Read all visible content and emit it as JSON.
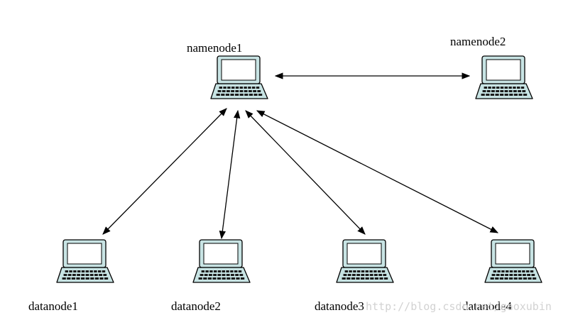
{
  "nodes": [
    {
      "id": "namenode1",
      "label": "namenode1",
      "icon": "laptop-icon"
    },
    {
      "id": "namenode2",
      "label": "namenode2",
      "icon": "laptop-icon"
    },
    {
      "id": "datanode1",
      "label": "datanode1",
      "icon": "laptop-icon"
    },
    {
      "id": "datanode2",
      "label": "datanode2",
      "icon": "laptop-icon"
    },
    {
      "id": "datanode3",
      "label": "datanode3",
      "icon": "laptop-icon"
    },
    {
      "id": "datanode4",
      "label": "datanode4",
      "icon": "laptop-icon"
    }
  ],
  "edges": [
    {
      "from": "namenode1",
      "to": "namenode2",
      "direction": "both"
    },
    {
      "from": "namenode1",
      "to": "datanode1",
      "direction": "both"
    },
    {
      "from": "namenode1",
      "to": "datanode2",
      "direction": "both"
    },
    {
      "from": "namenode1",
      "to": "datanode3",
      "direction": "both"
    },
    {
      "from": "namenode1",
      "to": "datanode4",
      "direction": "both"
    }
  ],
  "watermark": "http://blog.csdn.net/gaoxubin",
  "colors": {
    "laptop_fill": "#c8e4e4",
    "laptop_stroke": "#000000",
    "line": "#000000"
  }
}
